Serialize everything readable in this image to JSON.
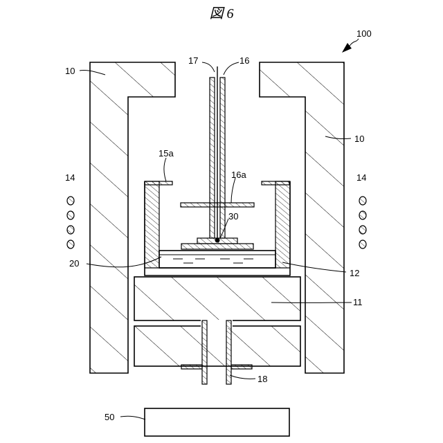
{
  "figure_title": "図 6",
  "labels": {
    "apparatus": "100",
    "outer_body_left": "10",
    "outer_body_right": "10",
    "tube_inner": "17",
    "tube_outer": "16",
    "lid": "15a",
    "flange": "16a",
    "coil_left": "14",
    "coil_right": "14",
    "seed": "30",
    "melt": "20",
    "crucible": "12",
    "support": "11",
    "shaft": "18",
    "controller": "50"
  }
}
